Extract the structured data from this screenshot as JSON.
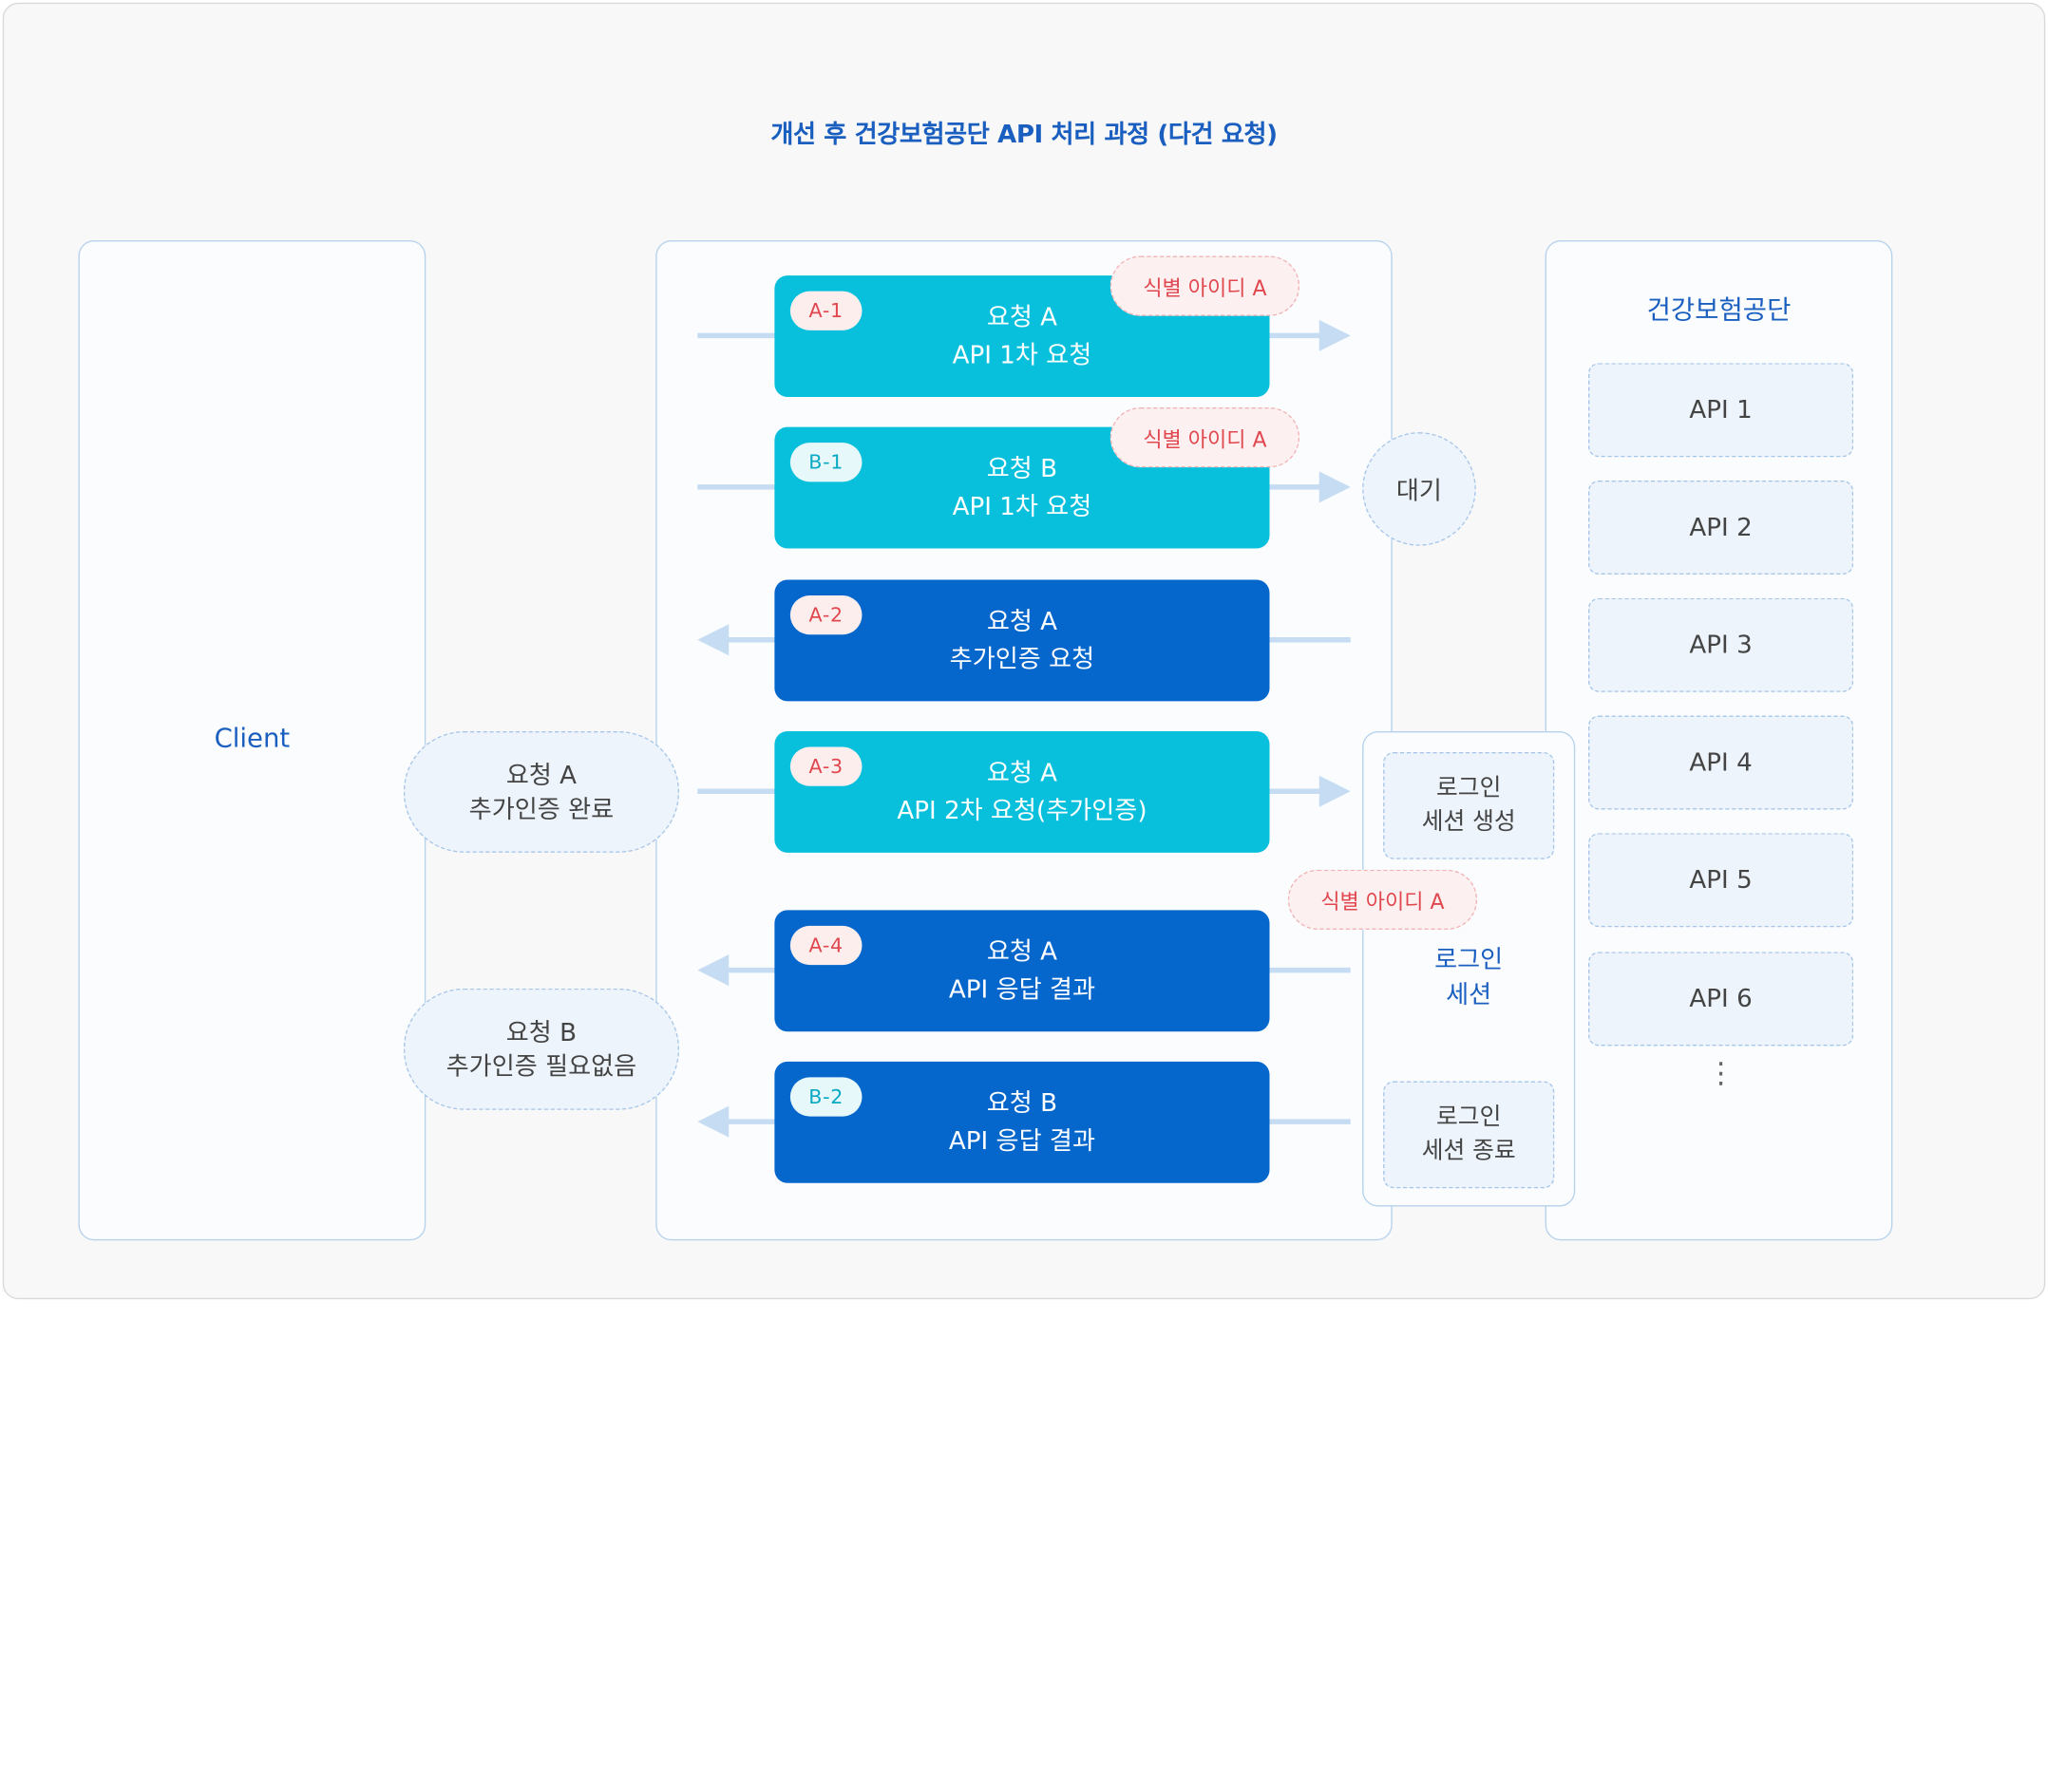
{
  "title": "개선 후 건강보험공단 API 처리 과정 (다건 요청)",
  "client": {
    "label": "Client"
  },
  "nhis": {
    "title": "건강보험공단",
    "apis": [
      "API 1",
      "API 2",
      "API 3",
      "API 4",
      "API 5",
      "API 6"
    ],
    "more": "⋮"
  },
  "client_notes": [
    {
      "line1": "요청 A",
      "line2": "추가인증 완료"
    },
    {
      "line1": "요청 B",
      "line2": "추가인증 필요없음"
    }
  ],
  "requests": [
    {
      "badge": "A-1",
      "line1": "요청 A",
      "line2": "API 1차 요청"
    },
    {
      "badge": "B-1",
      "line1": "요청 B",
      "line2": "API 1차 요청"
    },
    {
      "badge": "A-2",
      "line1": "요청 A",
      "line2": "추가인증 요청"
    },
    {
      "badge": "A-3",
      "line1": "요청 A",
      "line2": "API 2차 요청(추가인증)"
    },
    {
      "badge": "A-4",
      "line1": "요청 A",
      "line2": "API 응답 결과"
    },
    {
      "badge": "B-2",
      "line1": "요청 B",
      "line2": "API 응답 결과"
    }
  ],
  "id_tag": "식별 아이디 A",
  "wait": "대기",
  "session": {
    "create": {
      "line1": "로그인",
      "line2": "세션 생성"
    },
    "label": {
      "line1": "로그인",
      "line2": "세션"
    },
    "end": {
      "line1": "로그인",
      "line2": "세션 종료"
    }
  },
  "colors": {
    "title": "#1a5fbf",
    "request_cyan": "#08c0dc",
    "request_blue": "#0567cc",
    "id_tag": "#e0474f",
    "arrow": "#c6dcf3"
  }
}
